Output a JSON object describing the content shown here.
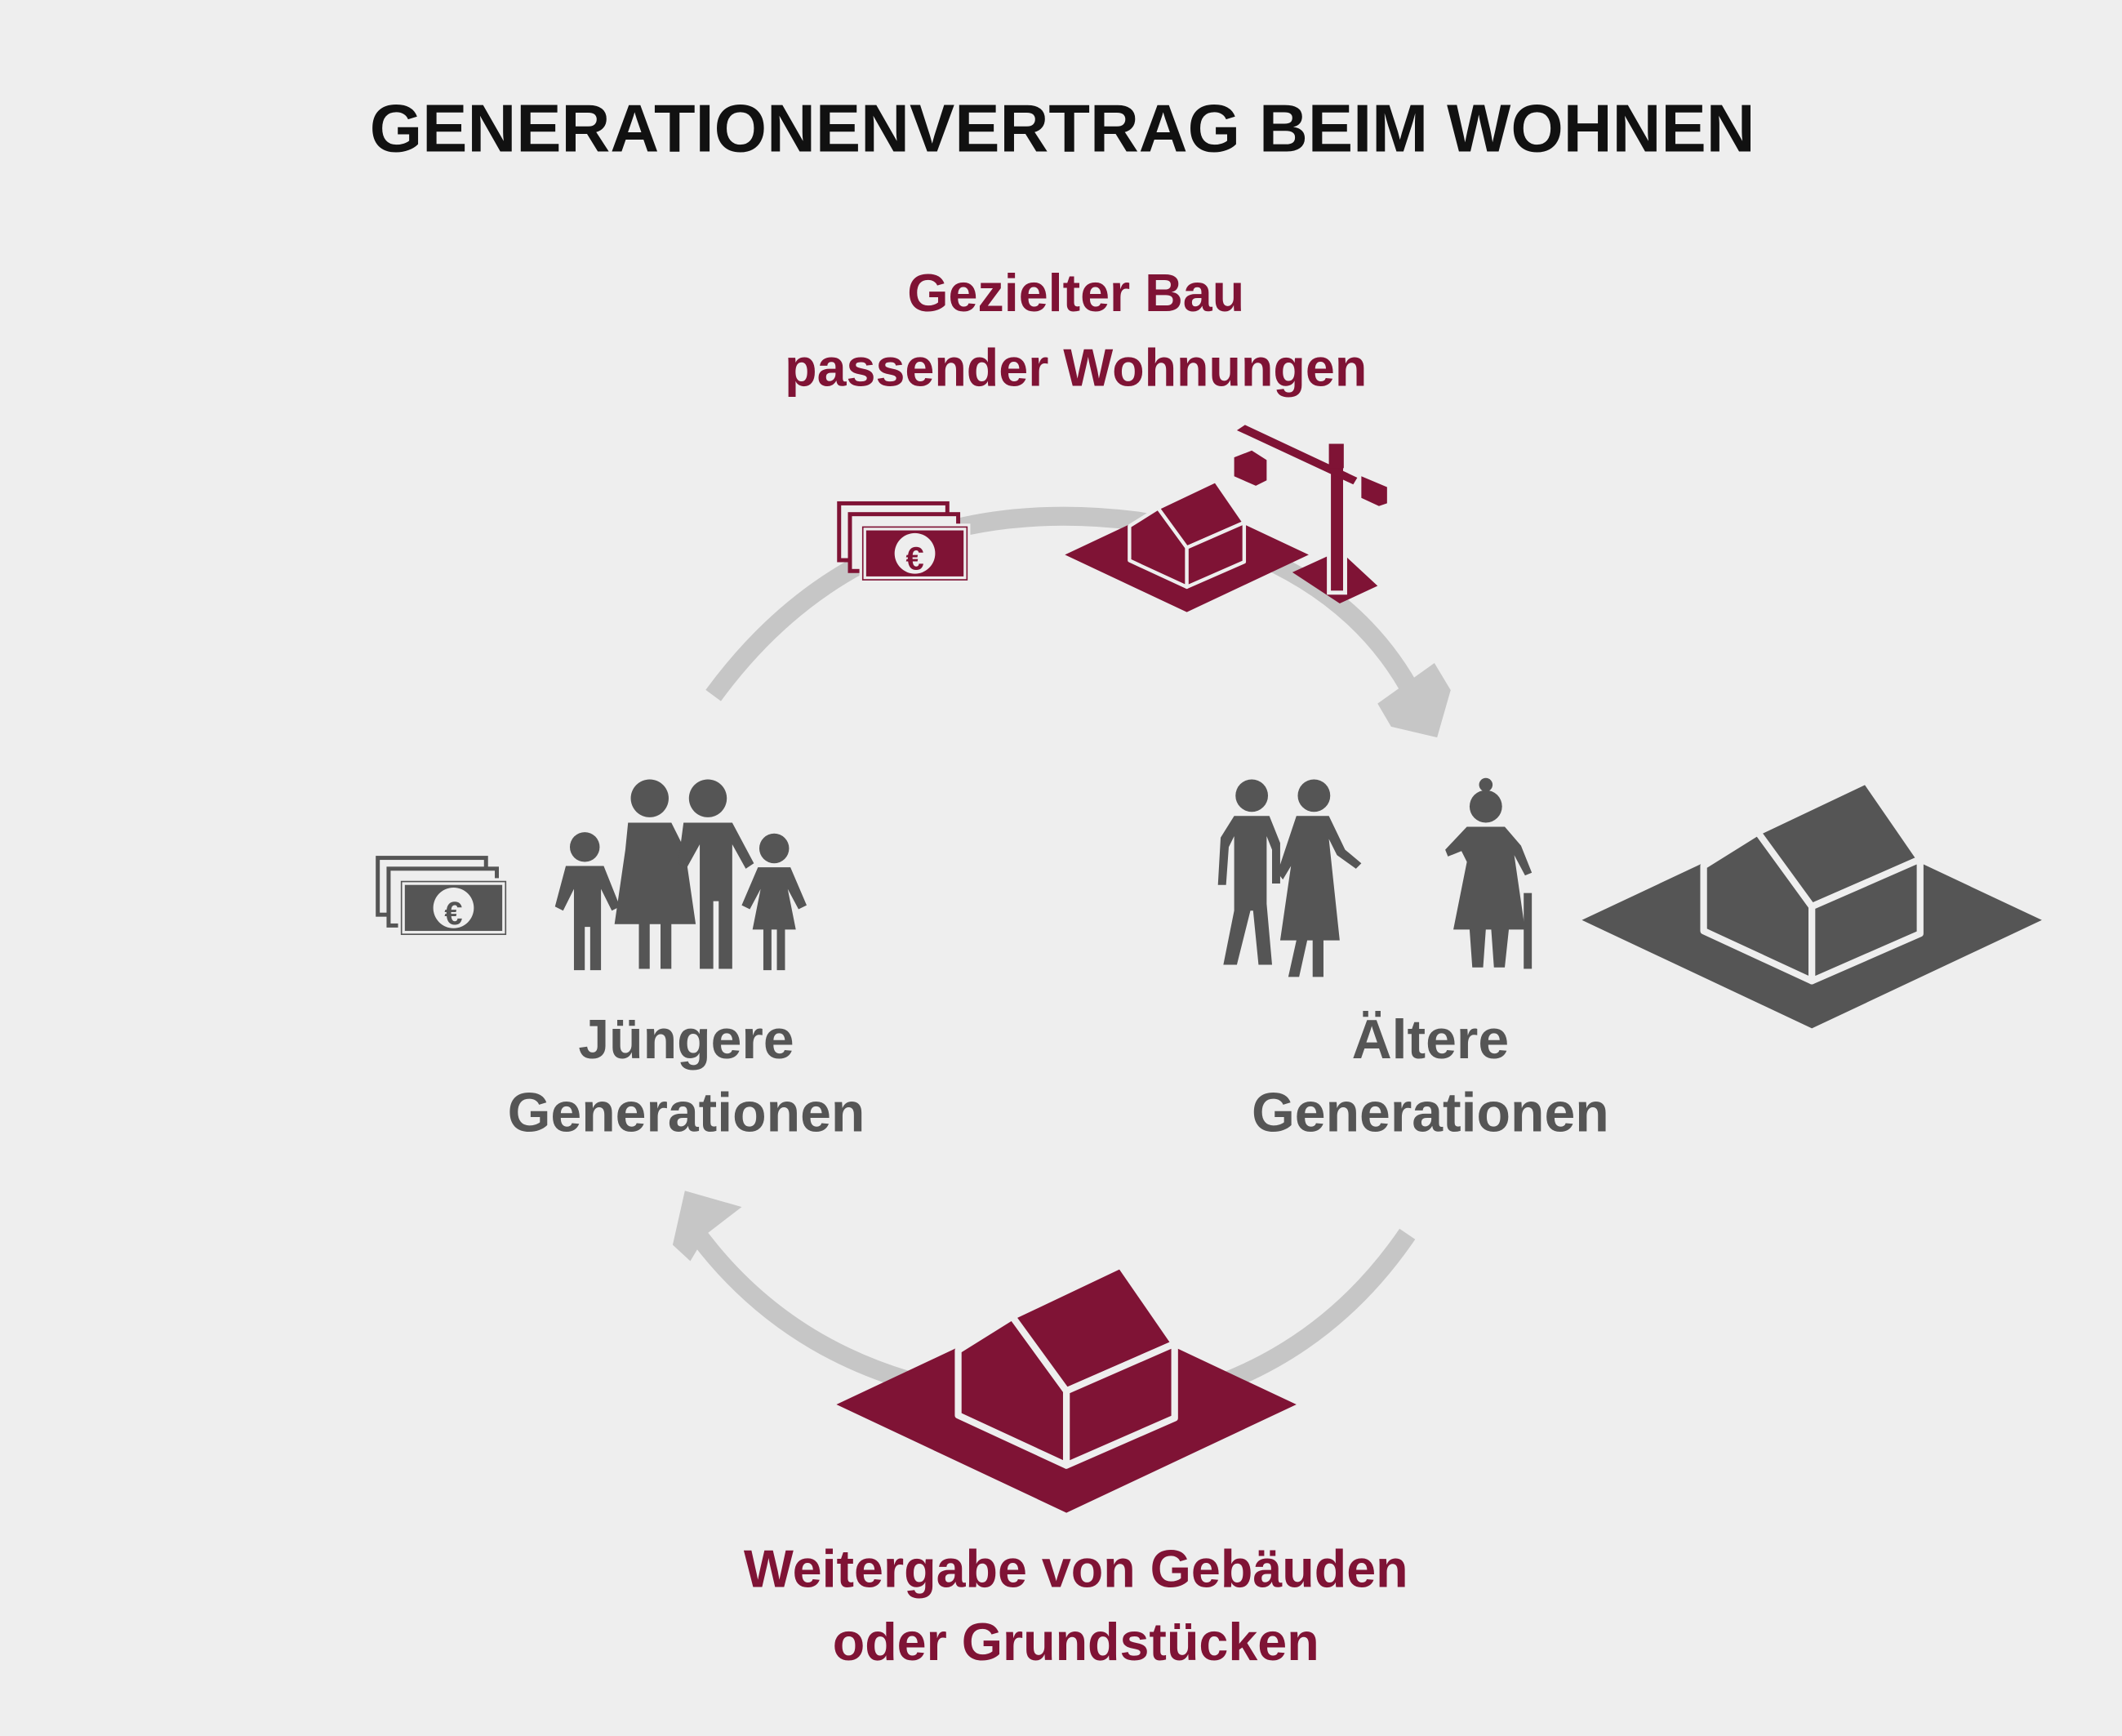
{
  "title": "GENERATIONENVERTRAG BEIM WOHNEN",
  "top_label": {
    "line1": "Gezielter Bau",
    "line2": "passender Wohnungen"
  },
  "left_label": {
    "line1": "Jüngere",
    "line2": "Generationen"
  },
  "right_label": {
    "line1": "Ältere",
    "line2": "Generationen"
  },
  "bottom_label": {
    "line1": "Weitergabe von Gebäuden",
    "line2": "oder Grundstücken"
  },
  "icons": {
    "currency_symbol": "€"
  },
  "colors": {
    "accent": "#7f1335",
    "figure": "#555555",
    "arrow": "#c6c6c6",
    "background": "#eeeeee"
  }
}
